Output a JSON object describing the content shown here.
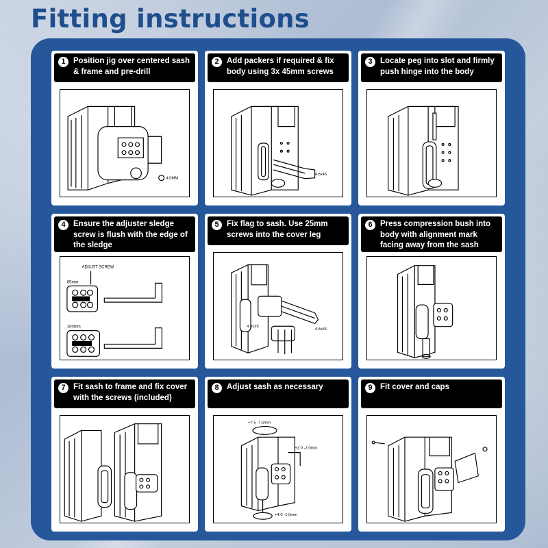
{
  "title": "Fitting instructions",
  "steps": [
    {
      "num": "1",
      "text": "Position jig over centered sash & frame and pre-drill",
      "labels": [
        "4.0MM"
      ]
    },
    {
      "num": "2",
      "text": "Add packers if required & fix body using 3x 45mm screws",
      "labels": [
        "4.8x45"
      ]
    },
    {
      "num": "3",
      "text": "Locate peg into slot and firmly push hinge into the body",
      "labels": []
    },
    {
      "num": "4",
      "text": "Ensure the adjuster sledge screw is flush with the edge of the sledge",
      "labels": [
        "ADJUST SCREW",
        "85mm",
        "100mm"
      ]
    },
    {
      "num": "5",
      "text": "Fix flag to sash. Use 25mm screws into the cover leg",
      "labels": [
        "4.8x25",
        "4.8x45"
      ]
    },
    {
      "num": "6",
      "text": "Press compression bush into body with alignment mark facing away from the sash",
      "labels": []
    },
    {
      "num": "7",
      "text": "Fit sash to frame and fix cover with the screws (included)",
      "labels": []
    },
    {
      "num": "8",
      "text": "Adjust sash as necessary",
      "labels": [
        "+7.5 -7.5mm",
        "+2.0 -2.0mm",
        "+4.0 -1.0mm"
      ]
    },
    {
      "num": "9",
      "text": "Fit cover and caps",
      "labels": []
    }
  ]
}
